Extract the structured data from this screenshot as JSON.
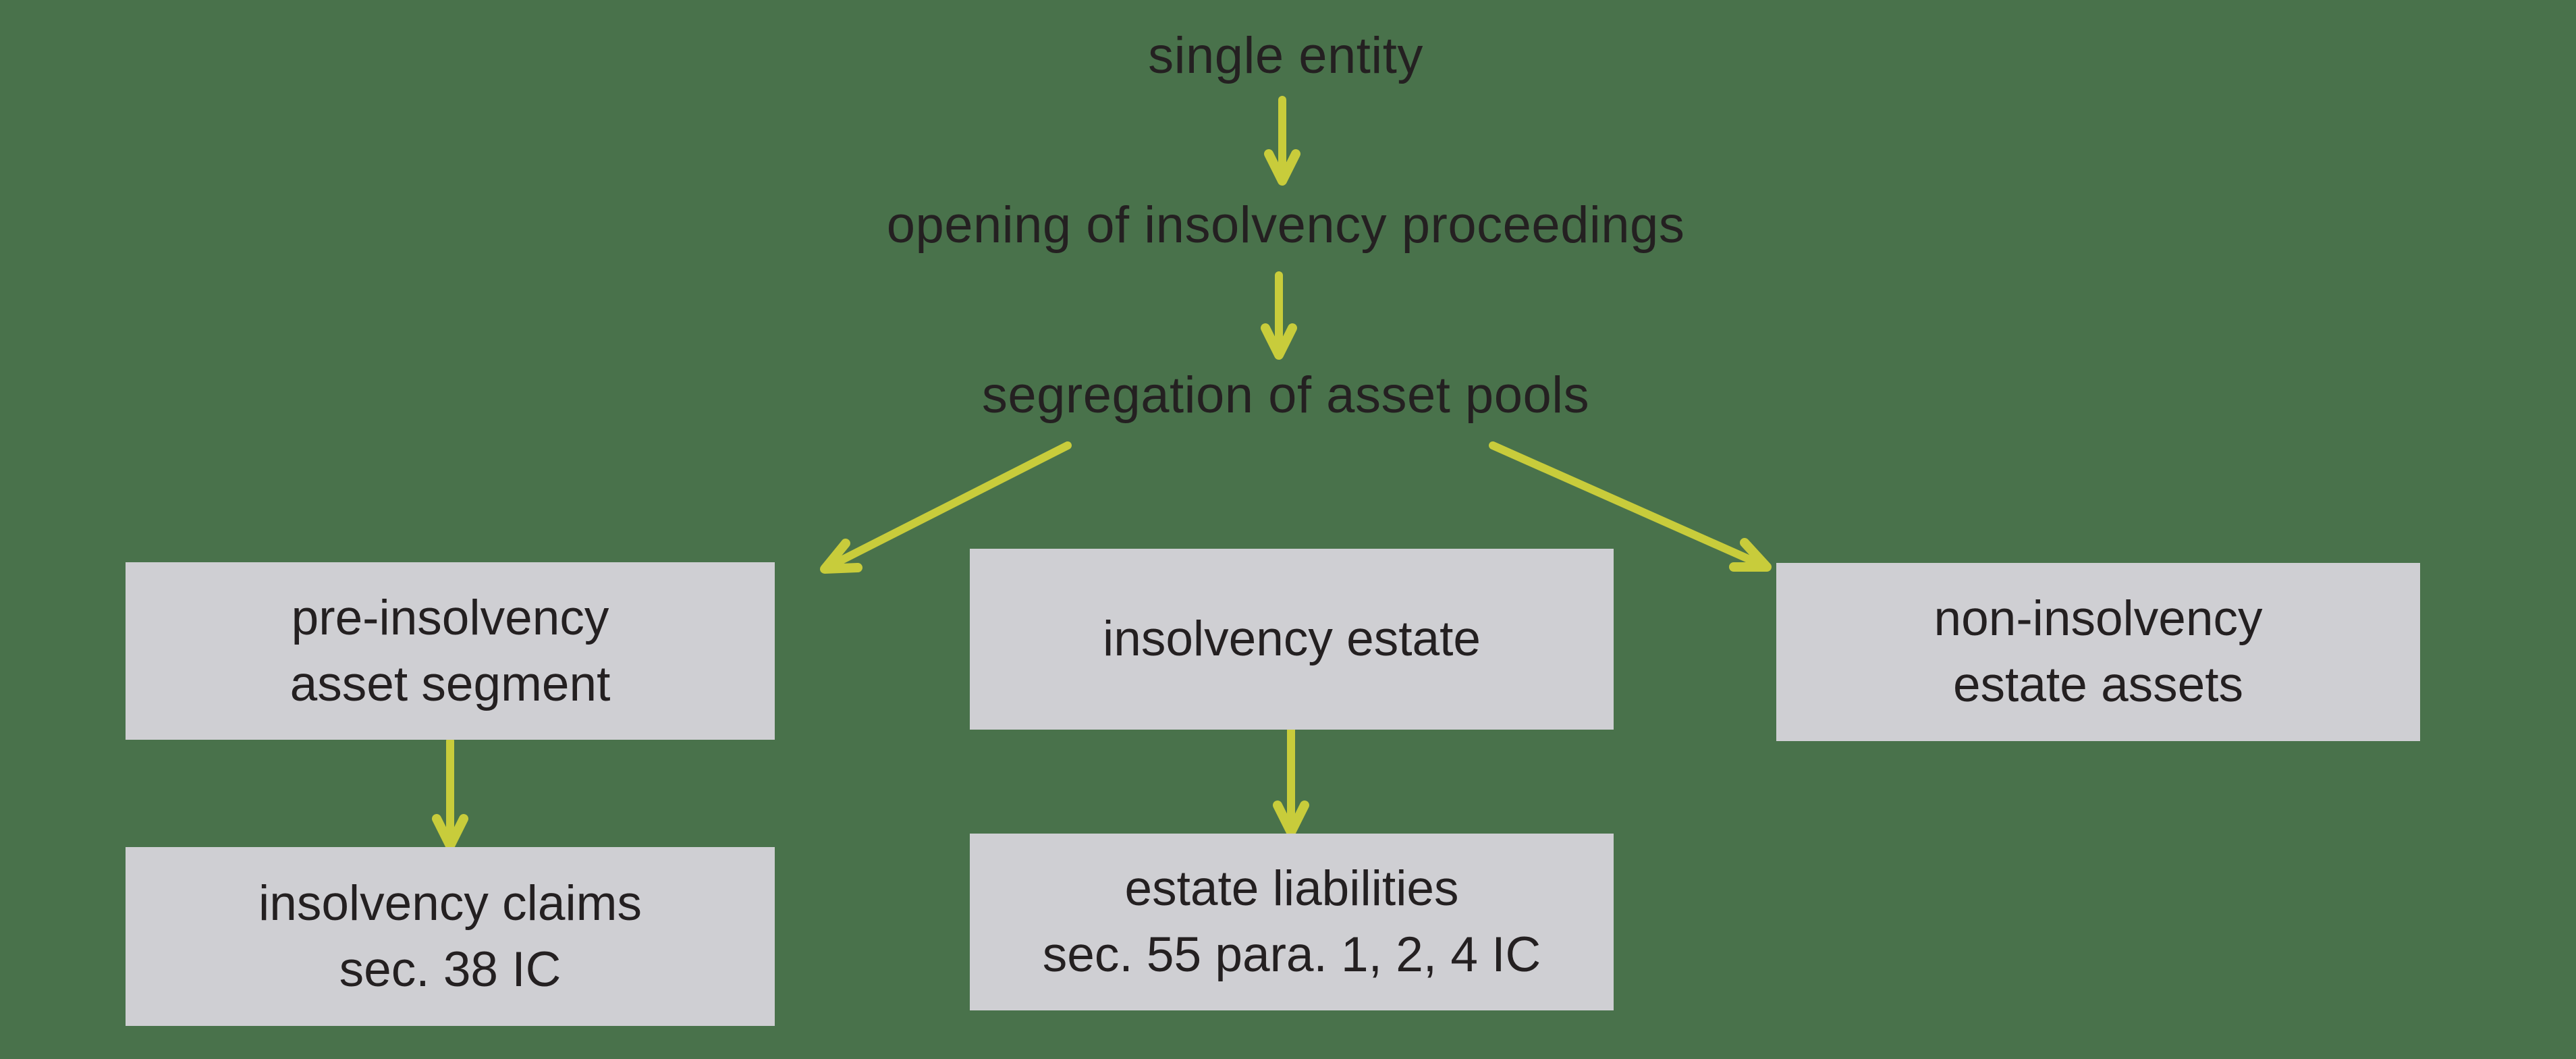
{
  "colors": {
    "background": "#49724B",
    "box_fill": "#CFCFD3",
    "arrow": "#C8CC3B",
    "text": "#242021"
  },
  "diagram": {
    "flow": {
      "level1": "single entity",
      "level2": "opening of insolvency proceedings",
      "level3": "segregation of asset pools"
    },
    "boxes": {
      "pre_insolvency": {
        "line1": "pre-insolvency",
        "line2": "asset segment"
      },
      "insolvency_estate": {
        "line1": "insolvency estate"
      },
      "non_insolvency": {
        "line1": "non-insolvency",
        "line2": "estate assets"
      },
      "insolvency_claims": {
        "line1": "insolvency claims",
        "line2": "sec. 38 IC"
      },
      "estate_liabilities": {
        "line1": "estate liabilities",
        "line2": "sec. 55 para. 1, 2, 4 IC"
      }
    }
  }
}
